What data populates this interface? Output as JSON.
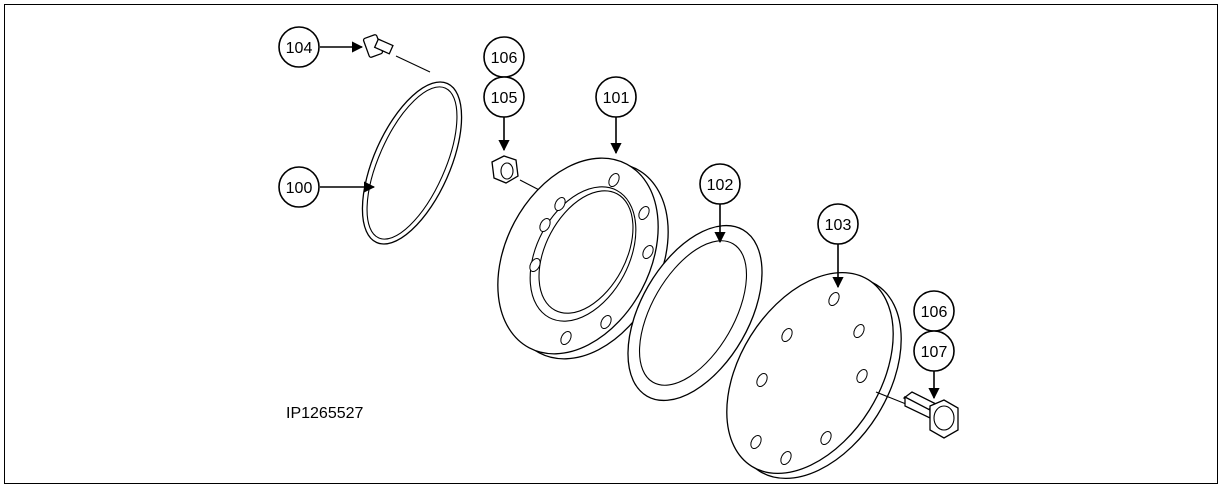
{
  "figure_id": "IP1265527",
  "callouts": {
    "c100": "100",
    "c101": "101",
    "c102": "102",
    "c103": "103",
    "c104": "104",
    "c105": "105",
    "c106_top": "106",
    "c106_bottom": "106",
    "c107": "107"
  }
}
